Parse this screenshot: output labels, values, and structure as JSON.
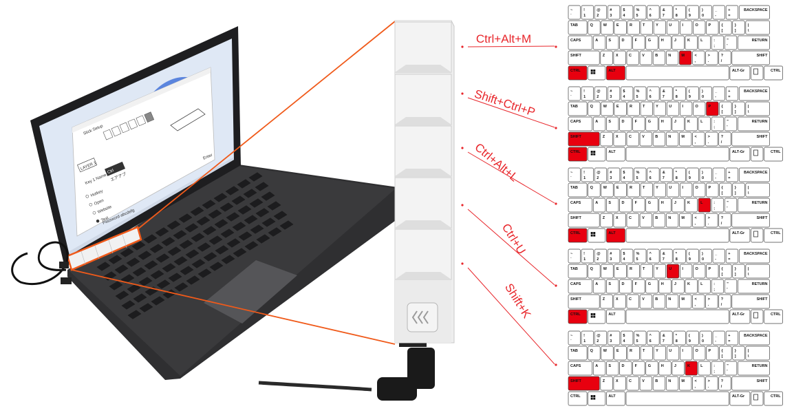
{
  "shortcuts": [
    {
      "label": "Ctrl+Alt+M",
      "pressed": [
        "CTRL",
        "ALT",
        "M"
      ]
    },
    {
      "label": "Shift+Ctrl+P",
      "pressed": [
        "SHIFT",
        "CTRL",
        "P"
      ]
    },
    {
      "label": "Ctrl+Alt+L",
      "pressed": [
        "CTRL",
        "ALT",
        "L"
      ]
    },
    {
      "label": "Ctrl+U",
      "pressed": [
        "CTRL",
        "U"
      ]
    },
    {
      "label": "Shift+K",
      "pressed": [
        "SHIFT",
        "K"
      ]
    }
  ],
  "keyboard_labels": {
    "backspace": "BACKSPACE",
    "tab": "TAB",
    "caps": "CAPS",
    "return": "RETURN",
    "shift": "SHIFT",
    "ctrl": "CTRL",
    "alt": "ALT",
    "altgr": "ALT-Gr"
  },
  "screen": {
    "window_title": "Stick Setup",
    "layer": "LAYER 1",
    "key_name": "Key 1 Name",
    "key_value": "Ctrl",
    "options": [
      "Hotkey",
      "Open",
      "Website",
      "Text"
    ],
    "text_value": "Password-abcdefg",
    "enter_label": "Enter",
    "field_text": "エアアプ"
  },
  "colors": {
    "highlight": "#e8000f",
    "label_red": "#e8262b",
    "connector": "#f05a1a",
    "laptop_body": "#2e2e30",
    "stick": "#ebebeb"
  }
}
